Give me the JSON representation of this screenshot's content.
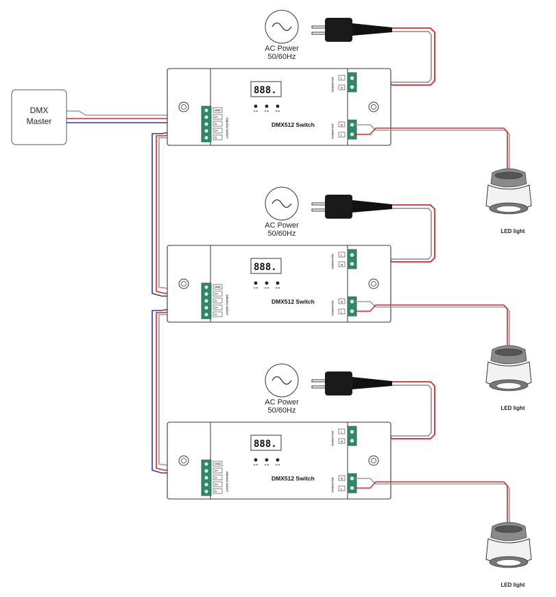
{
  "dmx_master": {
    "line1": "DMX",
    "line2": "Master"
  },
  "units": [
    {
      "title": "DMX512 Switch",
      "display": "888.",
      "ac_label_1": "AC Power",
      "ac_label_2": "50/60Hz",
      "led_label": "LED light"
    },
    {
      "title": "DMX512 Switch",
      "display": "888.",
      "ac_label_1": "AC Power",
      "ac_label_2": "50/60Hz",
      "led_label": "LED light"
    },
    {
      "title": "DMX512 Switch",
      "display": "888.",
      "ac_label_1": "AC Power",
      "ac_label_2": "50/60Hz",
      "led_label": "LED light"
    }
  ],
  "terminal_labels": [
    "GND",
    "D+",
    "D-",
    "D+",
    "D-"
  ],
  "dmx_side_label": "DMX512 IN/OUT",
  "input_labels": {
    "l": "L",
    "n": "N",
    "spec": "100-240VAC"
  },
  "output_labels": {
    "l": "L",
    "n": "N",
    "spec": "100-240VAC"
  },
  "button_label": "o-o",
  "colors": {
    "red": "#d9262c",
    "gray": "#9a9a9a",
    "blue": "#2a3c9c",
    "terminal_green": "#2f8a6a",
    "outline": "#333333"
  }
}
